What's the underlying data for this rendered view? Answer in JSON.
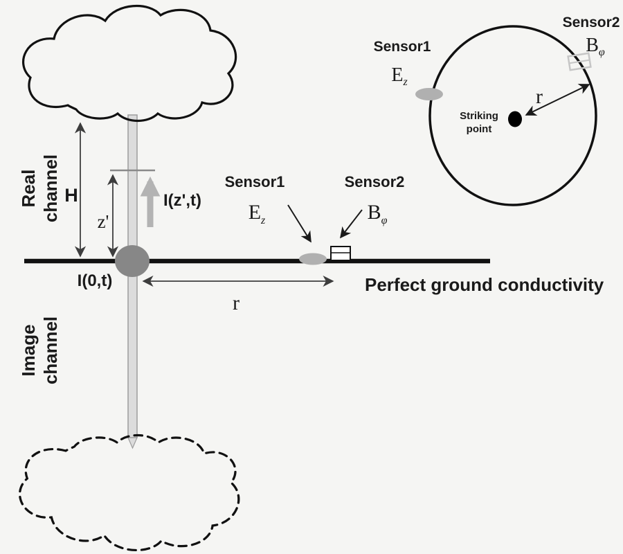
{
  "side_view": {
    "real_channel": {
      "line1": "Real",
      "line2": "channel"
    },
    "image_channel": {
      "line1": "Image",
      "line2": "channel"
    },
    "labels": {
      "height": "H",
      "z_prime": "z'",
      "current_at_z": "I(z',t)",
      "current_at_ground": "I(0,t)",
      "radius": "r",
      "ground": "Perfect ground conductivity"
    },
    "sensor1": {
      "name": "Sensor1",
      "symbol": "E",
      "subscript": "z"
    },
    "sensor2": {
      "name": "Sensor2",
      "symbol": "B",
      "subscript": "φ"
    }
  },
  "top_view": {
    "sensor1": {
      "name": "Sensor1",
      "symbol": "E",
      "subscript": "z"
    },
    "sensor2": {
      "name": "Sensor2",
      "symbol": "B",
      "subscript": "φ"
    },
    "striking_point": {
      "line1": "Striking",
      "line2": "point"
    },
    "radius": "r"
  },
  "colors": {
    "background": "#f5f5f3",
    "ink": "#1a1a1a",
    "channel_fill": "#dcdcdc",
    "channel_edge": "#9c9c9c",
    "attachment_point_fill": "#878787",
    "sensor_ellipse_fill": "#b0b0b0",
    "dashed_cloud_stroke": "#9a9a9a",
    "current_arrow_gray": "#b3b3b3",
    "measure_arrow": "#3d3d3d",
    "sensor2_top_icon": "#c6c6c6"
  }
}
